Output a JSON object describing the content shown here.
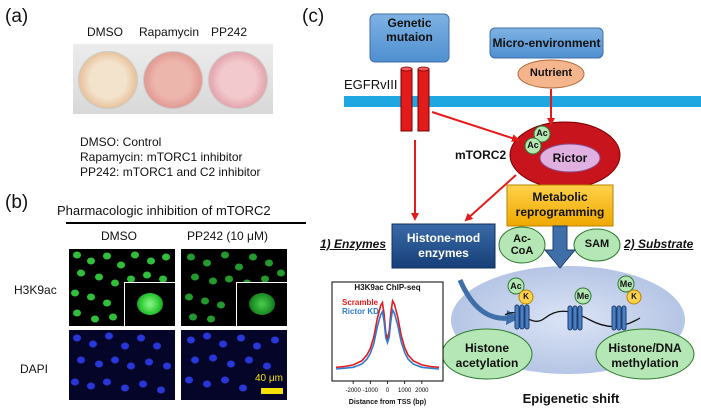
{
  "panel_a": {
    "letter": "(a)",
    "column_labels": [
      "DMSO",
      "Rapamycin",
      "PP242"
    ],
    "legend_lines": [
      "DMSO: Control",
      "Rapamycin: mTORC1 inhibitor",
      "PP242: mTORC1 and C2 inhibitor"
    ],
    "dish_colors": [
      "#f0d7b8",
      "#eab0a9",
      "#efbcc1"
    ]
  },
  "panel_b": {
    "letter": "(b)",
    "title": "Pharmacologic inhibition of mTORC2",
    "col_dmso": "DMSO",
    "col_pp242": "PP242 (10 μM)",
    "row_h3k9ac": "H3K9ac",
    "row_dapi": "DAPI",
    "scale_bar": "40 μm"
  },
  "panel_c": {
    "letter": "(c)",
    "genetic_mutation": "Genetic\nmutaion",
    "micro_environment": "Micro-environment",
    "egfr": "EGFRvIII",
    "nutrient": "Nutrient",
    "mtorc2": "mTORC2",
    "rictor": "Rictor",
    "ac": "Ac",
    "k": "K",
    "me": "Me",
    "metabolic": "Metabolic\nreprogramming",
    "enzymes_label": "1) Enzymes",
    "histone_mod": "Histone-mod\nenzymes",
    "ac_coa": "Ac-\nCoA",
    "sam": "SAM",
    "substrate_label": "2) Substrate",
    "histone_acetylation": "Histone\nacetylation",
    "histone_dna_methylation": "Histone/DNA\nmethylation",
    "epigenetic_shift": "Epigenetic shift",
    "colors": {
      "blue_box": "#5b9bd5",
      "membrane": "#1ea7e0",
      "receptor": "#e31b1b",
      "mtorc2": "#c8141c",
      "rictor": "#e0b0e0",
      "nutrient": "#f4b48c",
      "metabolic": "#f5b800",
      "navy_box": "#1f4e8c",
      "green": "#b5e6b5",
      "nucleus": "#c5d4ee",
      "arrow_red": "#e31b1b"
    }
  },
  "chart_data": {
    "type": "line",
    "title": "H3K9ac ChIP-seq",
    "xlabel": "Distance from TSS (bp)",
    "ylabel": "",
    "xlim": [
      -3000,
      3000
    ],
    "ylim": [
      0,
      1
    ],
    "x_ticks": [
      -2000,
      -1000,
      0,
      1000,
      2000
    ],
    "x_tick_labels": [
      "-2000",
      "-1000",
      "0",
      "1000",
      "2000"
    ],
    "x": [
      -3000,
      -2500,
      -2000,
      -1500,
      -1200,
      -1000,
      -800,
      -600,
      -400,
      -300,
      -200,
      -100,
      0,
      100,
      200,
      300,
      400,
      600,
      800,
      1000,
      1200,
      1500,
      2000,
      2500,
      3000
    ],
    "series": [
      {
        "name": "Scramble",
        "color": "#e31b1b",
        "values": [
          0.13,
          0.14,
          0.16,
          0.21,
          0.28,
          0.36,
          0.5,
          0.72,
          0.88,
          0.92,
          0.78,
          0.55,
          0.48,
          0.57,
          0.8,
          0.94,
          0.9,
          0.74,
          0.52,
          0.37,
          0.28,
          0.21,
          0.16,
          0.14,
          0.13
        ]
      },
      {
        "name": "Rictor KD",
        "color": "#2e7bd1",
        "values": [
          0.11,
          0.12,
          0.13,
          0.17,
          0.23,
          0.3,
          0.42,
          0.62,
          0.77,
          0.81,
          0.69,
          0.49,
          0.43,
          0.5,
          0.7,
          0.83,
          0.79,
          0.64,
          0.44,
          0.31,
          0.23,
          0.17,
          0.13,
          0.12,
          0.11
        ]
      }
    ]
  }
}
